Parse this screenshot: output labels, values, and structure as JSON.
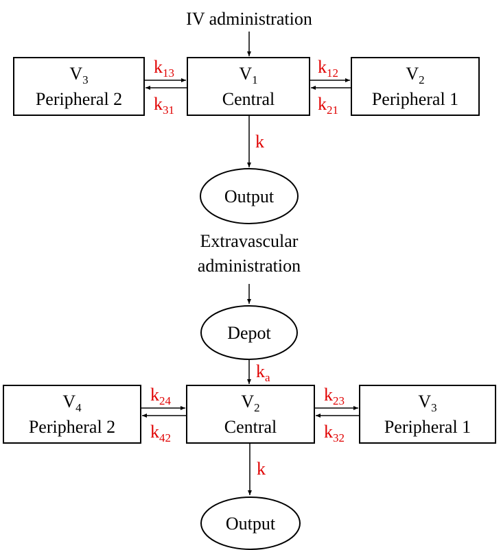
{
  "colors": {
    "rate": "#e00000",
    "line": "#000000"
  },
  "iv": {
    "title": "IV administration",
    "left": {
      "v": "V",
      "v_sub": "3",
      "name": "Peripheral 2"
    },
    "center": {
      "v": "V",
      "v_sub": "1",
      "name": "Central"
    },
    "right": {
      "v": "V",
      "v_sub": "2",
      "name": "Peripheral 1"
    },
    "k_left_in": {
      "k": "k",
      "sub": "13"
    },
    "k_left_out": {
      "k": "k",
      "sub": "31"
    },
    "k_right_in": {
      "k": "k",
      "sub": "12"
    },
    "k_right_out": {
      "k": "k",
      "sub": "21"
    },
    "k_elim": "k",
    "output": "Output"
  },
  "ev": {
    "title_line1": "Extravascular",
    "title_line2": "administration",
    "depot": "Depot",
    "ka": {
      "k": "k",
      "sub": "a"
    },
    "left": {
      "v": "V",
      "v_sub": "4",
      "name": "Peripheral 2"
    },
    "center": {
      "v": "V",
      "v_sub": "2",
      "name": "Central"
    },
    "right": {
      "v": "V",
      "v_sub": "3",
      "name": "Peripheral 1"
    },
    "k_left_in": {
      "k": "k",
      "sub": "24"
    },
    "k_left_out": {
      "k": "k",
      "sub": "42"
    },
    "k_right_in": {
      "k": "k",
      "sub": "23"
    },
    "k_right_out": {
      "k": "k",
      "sub": "32"
    },
    "k_elim": "k",
    "output": "Output"
  }
}
